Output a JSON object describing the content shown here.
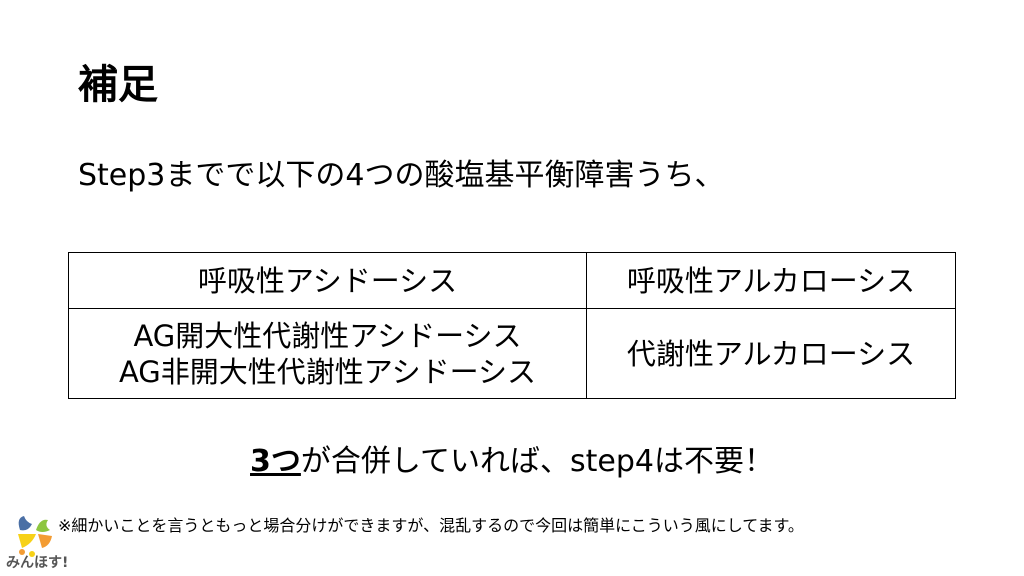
{
  "title": "補足",
  "subtitle": "Step3までで以下の4つの酸塩基平衡障害うち、",
  "table": {
    "row1": [
      "呼吸性アシドーシス",
      "呼吸性アルカローシス"
    ],
    "row2_left": [
      "AG開大性代謝性アシドーシス",
      "AG非開大性代謝性アシドーシス"
    ],
    "row2_right": "代謝性アルカローシス"
  },
  "conclusion": {
    "emphasis": "3つ",
    "rest": "が合併していれば、step4は不要！"
  },
  "footnote": "※細かいことを言うともっと場合分けができますが、混乱するので今回は簡単にこういう風にしてます。",
  "logo": {
    "text": "みんほす!"
  }
}
